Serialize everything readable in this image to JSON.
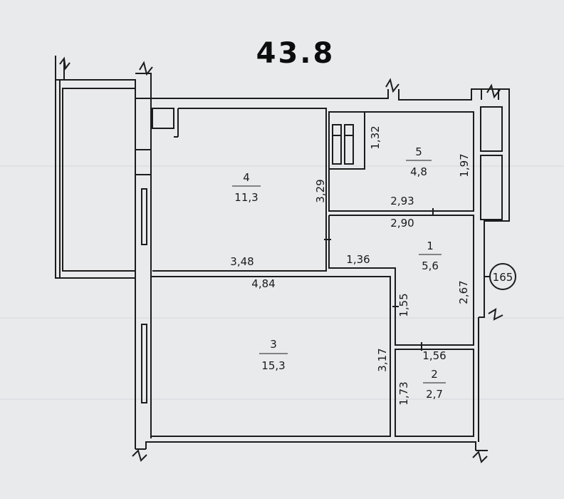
{
  "title": "43.8",
  "apartment_number": "165",
  "rooms": [
    {
      "number": "4",
      "area": "11,3"
    },
    {
      "number": "5",
      "area": "4,8"
    },
    {
      "number": "1",
      "area": "5,6"
    },
    {
      "number": "3",
      "area": "15,3"
    },
    {
      "number": "2",
      "area": "2,7"
    }
  ],
  "dimensions": {
    "d_1_32": "1,32",
    "d_1_97": "1,97",
    "d_3_29": "3,29",
    "d_2_93": "2,93",
    "d_2_90": "2,90",
    "d_3_48": "3,48",
    "d_1_36": "1,36",
    "d_4_84": "4,84",
    "d_1_55": "1,55",
    "d_2_67": "2,67",
    "d_3_17": "3,17",
    "d_1_56": "1,56",
    "d_1_73": "1,73"
  },
  "colors": {
    "line": "#1c1c1c",
    "paper": "#e9eaec"
  }
}
